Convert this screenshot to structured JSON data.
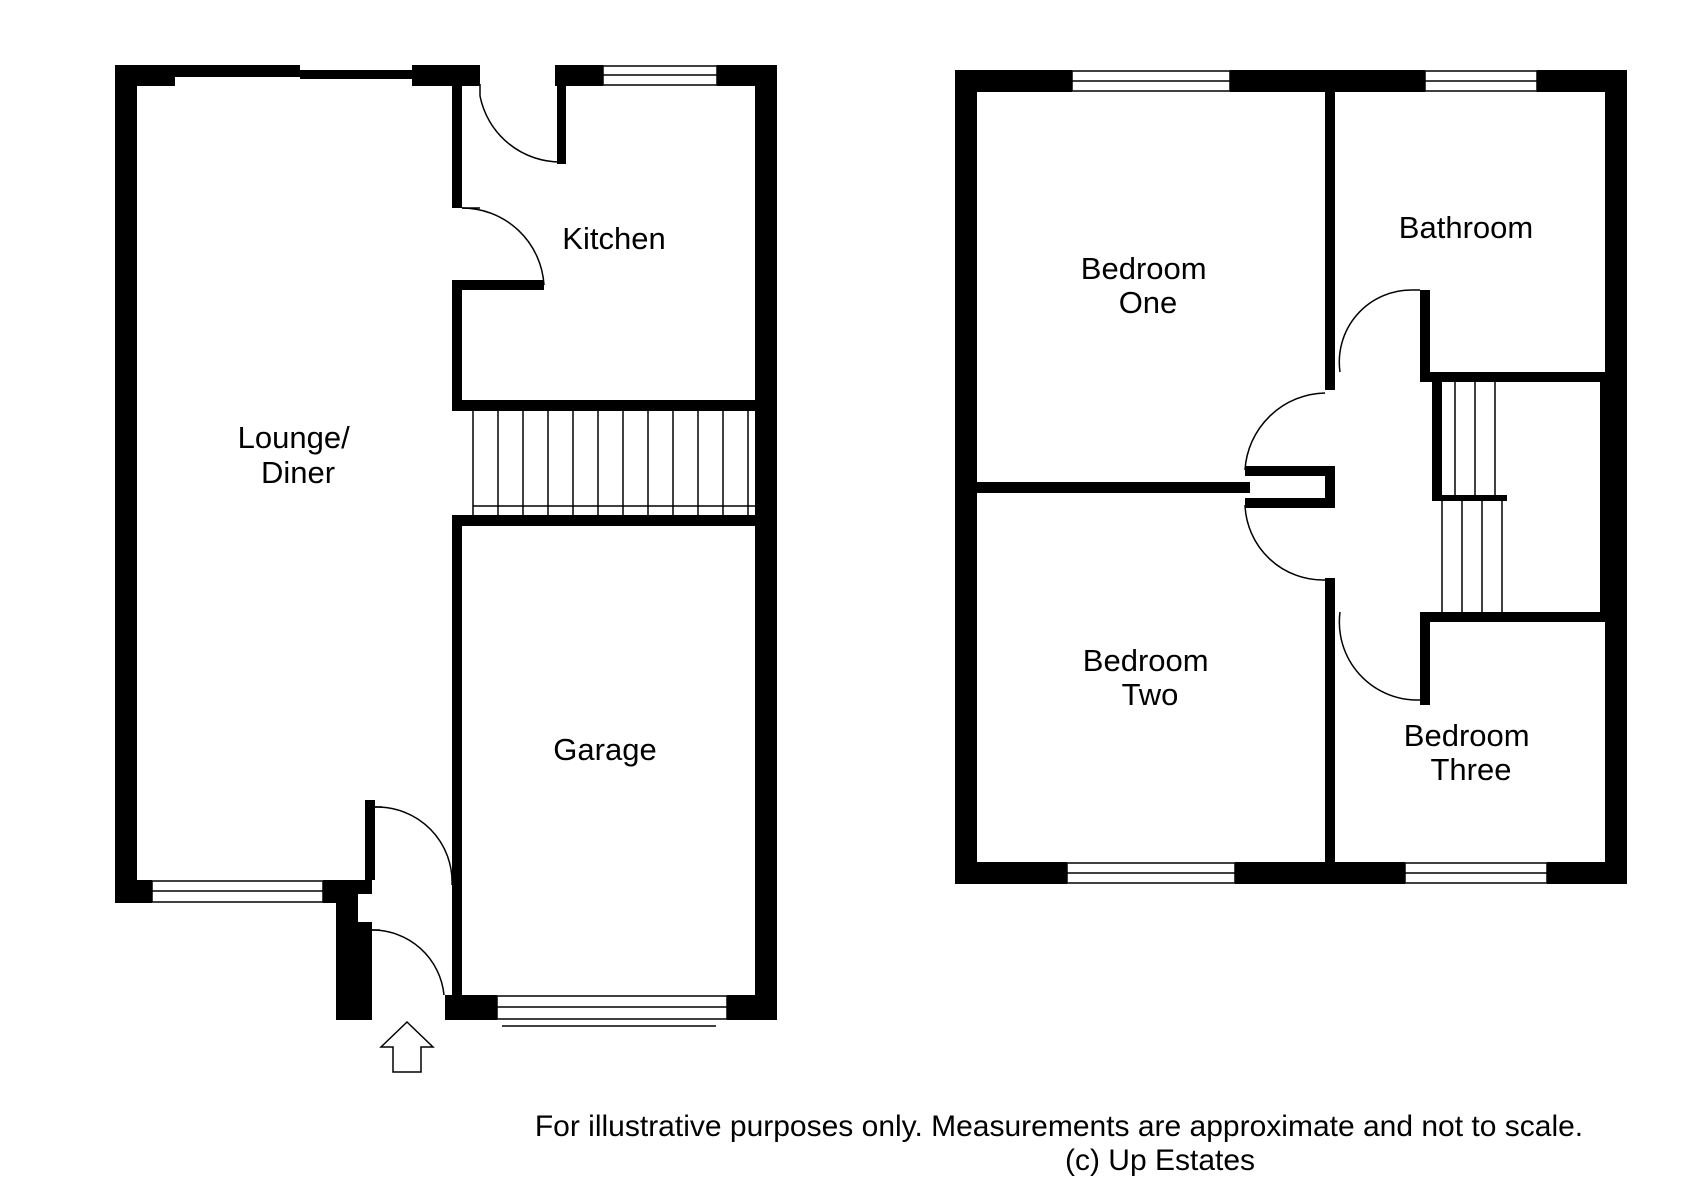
{
  "ground_floor": {
    "rooms": {
      "lounge_diner": [
        "Lounge/",
        "Diner"
      ],
      "kitchen": [
        "Kitchen"
      ],
      "garage": [
        "Garage"
      ]
    }
  },
  "first_floor": {
    "rooms": {
      "bedroom_one": [
        "Bedroom",
        "One"
      ],
      "bathroom": [
        "Bathroom"
      ],
      "bedroom_two": [
        "Bedroom",
        "Two"
      ],
      "bedroom_three": [
        "Bedroom",
        "Three"
      ]
    }
  },
  "footer": {
    "disclaimer": "For illustrative purposes only. Measurements are approximate and not to scale.",
    "copyright": "(c) Up Estates"
  },
  "colors": {
    "wall": "#000000",
    "background": "#ffffff"
  }
}
